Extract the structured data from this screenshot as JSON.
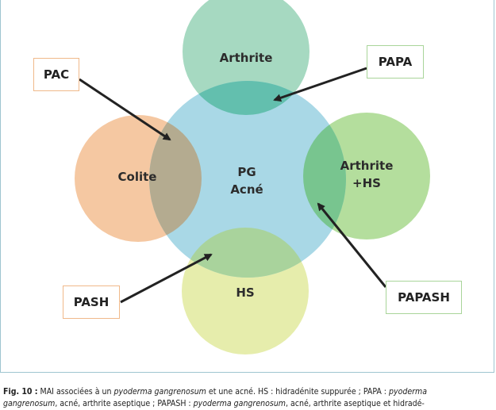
{
  "colors": {
    "center": "#a9d8e6",
    "arthrite": "#a6d9c1",
    "colite": "#f5c8a2",
    "arthrite_hs": "#b4de9d",
    "hs": "#e6edac",
    "overlap_arthrite": "#63bfae",
    "overlap_colite": "#b4ab90",
    "overlap_arthrite_hs": "#78c58f",
    "overlap_hs": "#a9d39c",
    "box_orange_border": "#f0b98a",
    "box_green_border": "#a9d59a",
    "arrow": "#222222"
  },
  "circles": {
    "center": {
      "line1": "PG",
      "line2": "Acné"
    },
    "arthrite": {
      "label": "Arthrite"
    },
    "colite": {
      "label": "Colite"
    },
    "arthrite_hs": {
      "line1": "Arthrite",
      "line2": "+HS"
    },
    "hs": {
      "label": "HS"
    }
  },
  "boxes": {
    "pac": "PAC",
    "papa": "PAPA",
    "pash": "PASH",
    "papash": "PAPASH"
  },
  "caption": {
    "label": "Fig. 10 :",
    "part1": " MAI associées à un ",
    "term1": "pyoderma gangrenosum",
    "part2": " et une acné. HS : hidradénite suppurée ; PAPA : ",
    "term2": "pyoderma",
    "line2_term": "gangrenosum",
    "line2_part1": ", acné, arthrite aseptique ; PAPASH : ",
    "line2_term2": "pyoderma gangrenosum",
    "line2_part2": ", acné, arthrite aseptique et hidradé-"
  }
}
